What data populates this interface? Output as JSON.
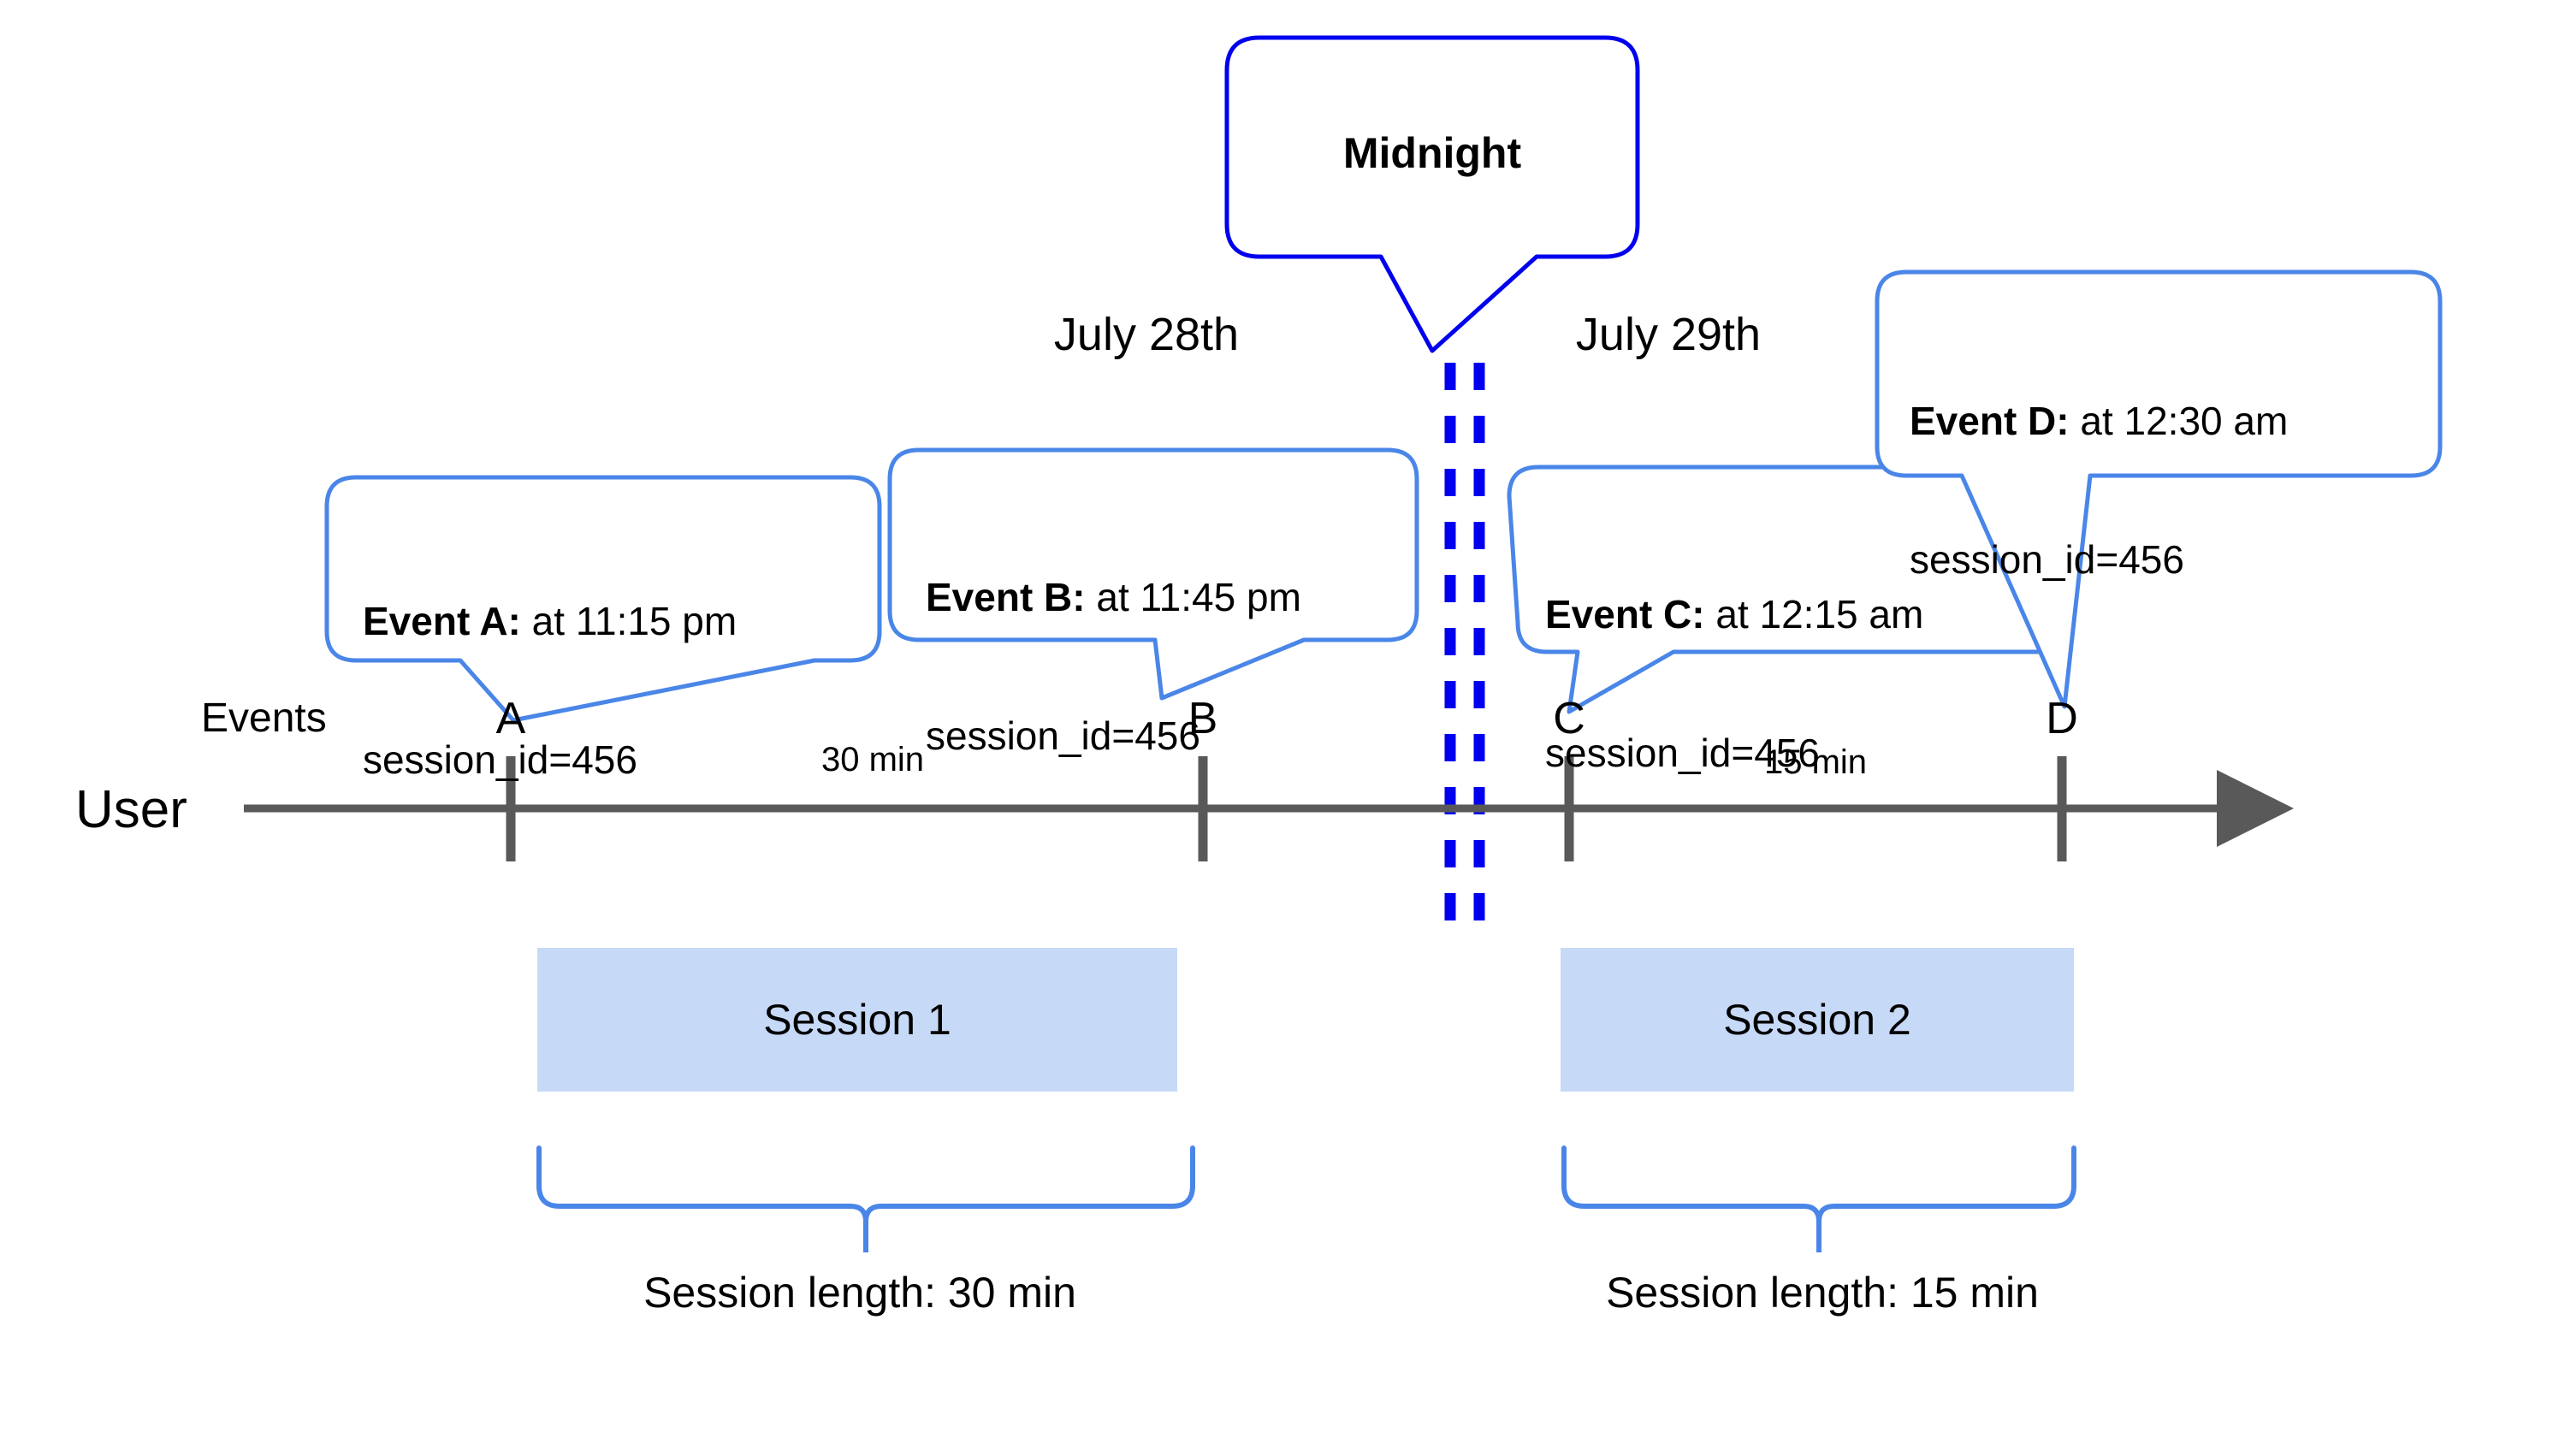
{
  "diagram": {
    "title_bubble": {
      "label": "Midnight"
    },
    "dates": [
      {
        "label": "July 28th"
      },
      {
        "label": "July 29th"
      }
    ],
    "axis": {
      "user_label": "User",
      "events_label": "Events"
    },
    "events": [
      {
        "letter": "A",
        "lead": "Event A:",
        "detail": " at 11:15 pm",
        "line2": "session_id=456"
      },
      {
        "letter": "B",
        "lead": "Event B:",
        "detail": " at 11:45 pm",
        "line2": "session_id=456"
      },
      {
        "letter": "C",
        "lead": "Event C:",
        "detail": " at 12:15 am",
        "line2": "session_id=456"
      },
      {
        "letter": "D",
        "lead": "Event D:",
        "detail": " at 12:30 am",
        "line2": "session_id=456"
      }
    ],
    "gaps": [
      {
        "label": "30 min"
      },
      {
        "label": "15 min"
      }
    ],
    "sessions": [
      {
        "name": "Session 1",
        "length_label": "Session length: 30 min"
      },
      {
        "name": "Session 2",
        "length_label": "Session length: 15 min"
      }
    ],
    "colors": {
      "callout_border": "#4A86E8",
      "midnight_border": "#0000EE",
      "midnight_dash": "#0000EE",
      "session_fill": "#C6D9F7",
      "axis": "#595959",
      "brace": "#4A86E8"
    }
  }
}
